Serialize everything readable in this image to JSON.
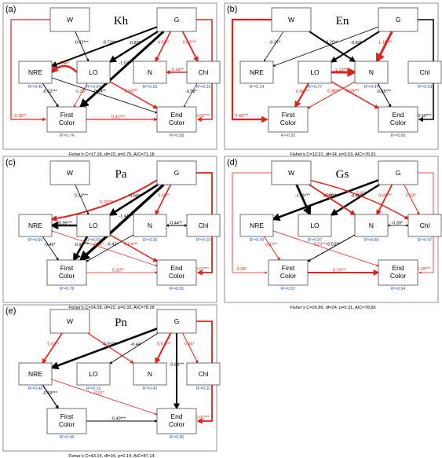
{
  "colors": {
    "positive": "#e0211b",
    "negative": "#000000",
    "r2": "#2a5caa"
  },
  "panels": [
    {
      "label": "(a)",
      "title": "Kh",
      "fisher": "Fisher's C=17.18, df=22, p=0.75, AIC=71.18",
      "r2": {
        "NRE": "R²=0.40",
        "LO": "R²=0.94",
        "N": "R²=0.25",
        "Chl": "R²=0.39",
        "First": "R²=0.74",
        "End": "R²=0.98"
      },
      "edges": [
        {
          "from": "G",
          "to": "NRE",
          "text": "-0.73***",
          "sign": "neg",
          "w": 2.0
        },
        {
          "from": "G",
          "to": "LO",
          "text": "-0.87***",
          "sign": "neg",
          "w": 2.4
        },
        {
          "from": "G",
          "to": "N",
          "text": "0.50**",
          "sign": "pos",
          "w": 1.6
        },
        {
          "from": "G",
          "to": "Chl",
          "text": "0.62***",
          "sign": "pos",
          "w": 1.8
        },
        {
          "from": "G",
          "to": "First",
          "text": "-1.07***",
          "sign": "neg",
          "w": 3.0
        },
        {
          "from": "W",
          "to": "LO",
          "text": "-0.42***",
          "sign": "neg",
          "w": 0.9
        },
        {
          "from": "LO",
          "to": "NRE",
          "text": "0.46*",
          "sign": "pos",
          "w": 2.4,
          "curve": 16
        },
        {
          "from": "Chl",
          "to": "N",
          "text": "0.44**",
          "sign": "pos",
          "w": 1.4
        },
        {
          "from": "NRE",
          "to": "First",
          "text": "-0.62***",
          "sign": "neg",
          "w": 1.0
        },
        {
          "from": "LO",
          "to": "First",
          "text": "0.28*",
          "sign": "pos",
          "w": 0.8
        },
        {
          "from": "NRE",
          "to": "End",
          "text": "-0.14**",
          "sign": "neg",
          "w": 0.8
        },
        {
          "from": "LO",
          "to": "End",
          "text": "0.58***",
          "sign": "pos",
          "w": 1.5
        },
        {
          "from": "Chl",
          "to": "End",
          "text": "-0.08*",
          "sign": "neg",
          "w": 0.6
        },
        {
          "from": "First",
          "to": "End",
          "text": "0.41***",
          "sign": "pos",
          "w": 1.2
        },
        {
          "from": "W",
          "to": "First",
          "text": "0.36**",
          "sign": "pos",
          "w": 1.2,
          "route": "left"
        },
        {
          "from": "G",
          "to": "End",
          "text": "0.60***",
          "sign": "pos",
          "w": 1.5,
          "route": "right"
        }
      ]
    },
    {
      "label": "(b)",
      "title": "En",
      "fisher": "Fisher's C=12.91, df=14, p=0.53, AIC=76.91",
      "r2": {
        "NRE": "R²=0.14",
        "LO": "R²=0.77",
        "N": "R²=0.44",
        "Chl": "R²=0.03",
        "First": "R²=0.95",
        "End": "R²=0.88"
      },
      "edges": [
        {
          "from": "W",
          "to": "NRE",
          "text": "-0.37*",
          "sign": "neg",
          "w": 0.7
        },
        {
          "from": "G",
          "to": "NRE",
          "text": "-0.29**",
          "sign": "neg",
          "w": 0.8
        },
        {
          "from": "G",
          "to": "LO",
          "text": "-0.83***",
          "sign": "neg",
          "w": 2.0
        },
        {
          "from": "G",
          "to": "N",
          "text": "1.15***",
          "sign": "pos",
          "w": 3.0
        },
        {
          "from": "W",
          "to": "N",
          "text": "",
          "sign": "neg",
          "w": 2.0
        },
        {
          "from": "LO",
          "to": "N",
          "text": "1.13***",
          "sign": "pos",
          "w": 3.0
        },
        {
          "from": "LO",
          "to": "First",
          "text": "0.86***",
          "sign": "pos",
          "w": 2.2
        },
        {
          "from": "N",
          "to": "First",
          "text": "0.38***",
          "sign": "pos",
          "w": 1.0
        },
        {
          "from": "LO",
          "to": "End",
          "text": "0.60***",
          "sign": "pos",
          "w": 1.5
        },
        {
          "from": "N",
          "to": "End",
          "text": "-0.35***",
          "sign": "neg",
          "w": 1.0
        },
        {
          "from": "W",
          "to": "First",
          "text": "0.68***",
          "sign": "pos",
          "w": 2.2,
          "route": "left"
        },
        {
          "from": "G",
          "to": "End",
          "text": "-0.50***",
          "sign": "neg",
          "w": 1.6,
          "route": "right"
        }
      ]
    },
    {
      "label": "(c)",
      "title": "Pa",
      "fisher": "Fisher's C=24.28, df=22, p=0.33, AIC=78.28",
      "r2": {
        "NRE": "R²=0.69",
        "LO": "R²=0.93",
        "N": "R²=0.30",
        "Chl": "R²=0.10",
        "First": "R²=0.78",
        "End": "R²=0.95"
      },
      "edges": [
        {
          "from": "G",
          "to": "NRE",
          "text": "0.76***",
          "sign": "pos",
          "w": 2.0,
          "curve": -14
        },
        {
          "from": "G",
          "to": "LO",
          "text": "0.94***",
          "sign": "neg",
          "w": 2.6
        },
        {
          "from": "G",
          "to": "N",
          "text": "0.55**",
          "sign": "pos",
          "w": 1.6
        },
        {
          "from": "G",
          "to": "First",
          "text": "-1.41***",
          "sign": "neg",
          "w": 3.4
        },
        {
          "from": "W",
          "to": "LO",
          "text": "0.23***",
          "sign": "neg",
          "w": 0.8
        },
        {
          "from": "LO",
          "to": "NRE",
          "text": "0.95***",
          "sign": "neg",
          "w": 2.6
        },
        {
          "from": "N",
          "to": "Chl",
          "text": "-0.44**",
          "sign": "neg",
          "w": 1.0,
          "bi": true
        },
        {
          "from": "NRE",
          "to": "First",
          "text": "-0.45*",
          "sign": "neg",
          "w": 0.9
        },
        {
          "from": "LO",
          "to": "First",
          "text": "-0.97***",
          "sign": "neg",
          "w": 2.6
        },
        {
          "from": "N",
          "to": "First",
          "text": "-0.42*",
          "sign": "neg",
          "w": 0.8
        },
        {
          "from": "NRE",
          "to": "End",
          "text": "0.12*",
          "sign": "pos",
          "w": 0.7
        },
        {
          "from": "LO",
          "to": "End",
          "text": "0.64***",
          "sign": "pos",
          "w": 1.5
        },
        {
          "from": "First",
          "to": "End",
          "text": "0.20**",
          "sign": "pos",
          "w": 0.8
        },
        {
          "from": "G",
          "to": "End",
          "text": "0.67***",
          "sign": "pos",
          "w": 1.8,
          "route": "right"
        }
      ]
    },
    {
      "label": "(d)",
      "title": "Gs",
      "fisher": "Fisher's C=26.86, df=24, p=0.31, AIC=78.86",
      "r2": {
        "NRE": "R²=0.43",
        "LO": "R²=0.87",
        "N": "R²=0.88",
        "Chl": "R²=0.47",
        "First": "R²=0.57",
        "End": "R²=0.94"
      },
      "edges": [
        {
          "from": "G",
          "to": "NRE",
          "text": "-0.96***",
          "sign": "neg",
          "w": 2.6
        },
        {
          "from": "G",
          "to": "LO",
          "text": "-0.85***",
          "sign": "neg",
          "w": 2.4
        },
        {
          "from": "G",
          "to": "N",
          "text": "0.65***",
          "sign": "pos",
          "w": 1.8
        },
        {
          "from": "G",
          "to": "Chl",
          "text": "0.33*",
          "sign": "pos",
          "w": 1.0
        },
        {
          "from": "W",
          "to": "N",
          "text": "0.60***",
          "sign": "pos",
          "w": 1.8
        },
        {
          "from": "W",
          "to": "LO",
          "text": "-1.05***",
          "sign": "neg",
          "w": 2.8
        },
        {
          "from": "W",
          "to": "Chl",
          "text": "0.40*",
          "sign": "pos",
          "w": 1.4,
          "curve": -10
        },
        {
          "from": "N",
          "to": "Chl",
          "text": "-0.39*",
          "sign": "neg",
          "w": 0.8,
          "bi": true
        },
        {
          "from": "NRE",
          "to": "First",
          "text": "0.37**",
          "sign": "pos",
          "w": 1.0
        },
        {
          "from": "N",
          "to": "First",
          "text": "-0.53***",
          "sign": "neg",
          "w": 1.0
        },
        {
          "from": "NRE",
          "to": "End",
          "text": "0.23***",
          "sign": "pos",
          "w": 0.8
        },
        {
          "from": "First",
          "to": "End",
          "text": "0.79***",
          "sign": "pos",
          "w": 2.0
        },
        {
          "from": "W",
          "to": "First",
          "text": "0.33*",
          "sign": "pos",
          "w": 0.8,
          "route": "left"
        },
        {
          "from": "G",
          "to": "End",
          "text": "0.26***",
          "sign": "pos",
          "w": 0.8,
          "route": "right"
        }
      ]
    },
    {
      "label": "(e)",
      "title": "Pn",
      "fisher": "Fisher's C=43.14, df=34, p=0.14, AIC=87.14",
      "r2": {
        "NRE": "R²=0.46",
        "LO": "R²=0.19",
        "N": "R²=0.45",
        "Chl": "R²=0.20",
        "First": "R²=0.48",
        "End": "R²=0.86"
      },
      "edges": [
        {
          "from": "G",
          "to": "NRE",
          "text": "-0.91***",
          "sign": "neg",
          "w": 2.6
        },
        {
          "from": "G",
          "to": "LO",
          "text": "-0.44*",
          "sign": "neg",
          "w": 0.9
        },
        {
          "from": "G",
          "to": "N",
          "text": "0.67***",
          "sign": "pos",
          "w": 2.0
        },
        {
          "from": "G",
          "to": "Chl",
          "text": "0.45*",
          "sign": "pos",
          "w": 1.0
        },
        {
          "from": "W",
          "to": "NRE",
          "text": "0.51**",
          "sign": "pos",
          "w": 1.6
        },
        {
          "from": "W",
          "to": "N",
          "text": "",
          "sign": "pos",
          "w": 1.2
        },
        {
          "from": "G",
          "to": "End",
          "text": "-0.84***",
          "sign": "neg",
          "w": 2.0
        },
        {
          "from": "NRE",
          "to": "First",
          "text": "-0.69***",
          "sign": "neg",
          "w": 1.2
        },
        {
          "from": "NRE",
          "to": "End",
          "text": "0.21*",
          "sign": "pos",
          "w": 0.8
        },
        {
          "from": "First",
          "to": "End",
          "text": "-0.40***",
          "sign": "neg",
          "w": 1.0
        },
        {
          "from": "G",
          "to": "End",
          "text": "0.61***",
          "sign": "pos",
          "w": 1.8,
          "route": "right"
        }
      ]
    }
  ],
  "nodes": {
    "W": "W",
    "G": "G",
    "NRE": "NRE",
    "LO": "LO",
    "N": "N",
    "Chl": "Chl",
    "First": [
      "First",
      "Color"
    ],
    "End": [
      "End",
      "Color"
    ]
  }
}
